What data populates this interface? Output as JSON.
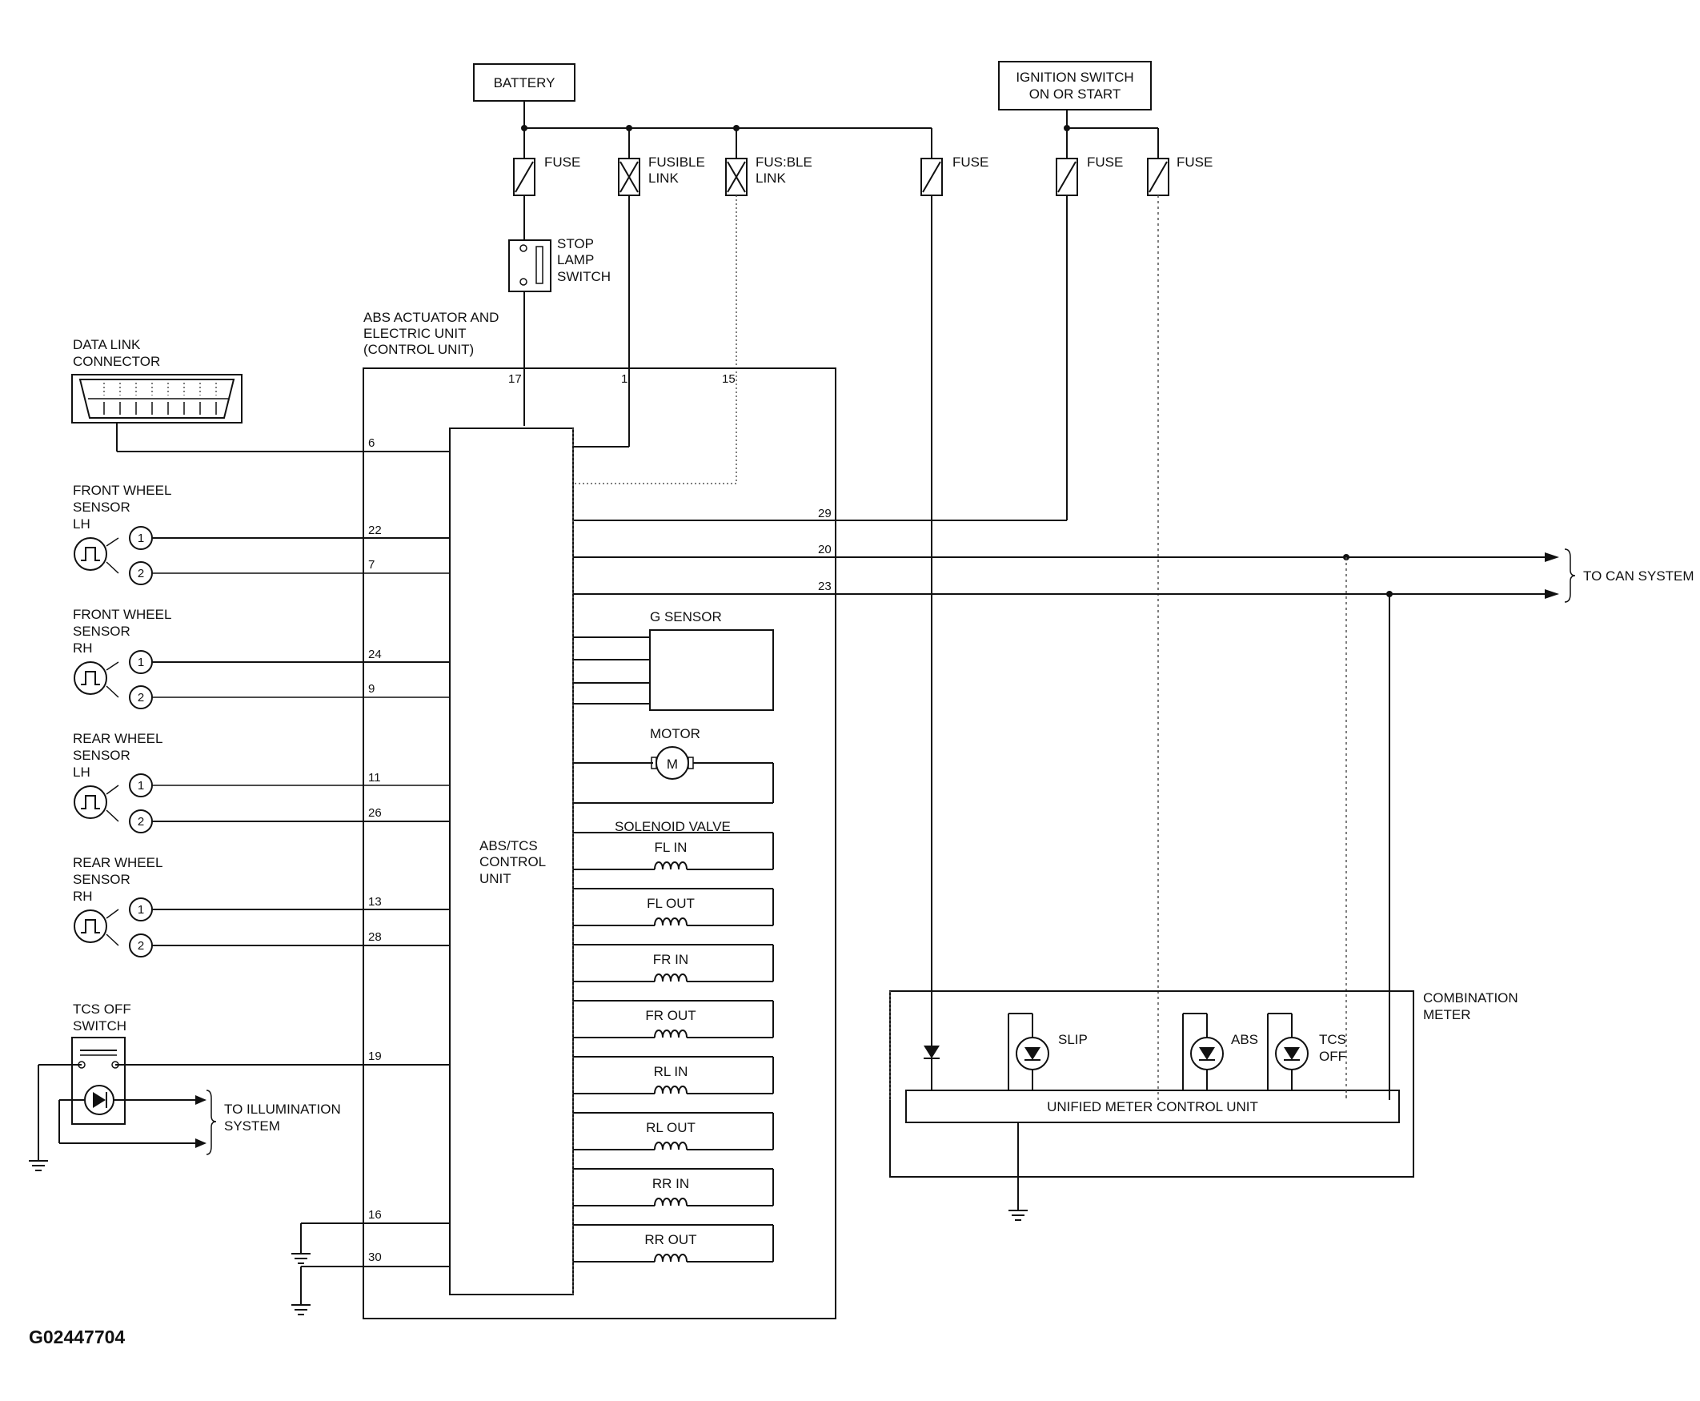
{
  "top": {
    "battery": "BATTERY",
    "ignition": [
      "IGNITION SWITCH",
      "ON OR START"
    ],
    "fuse": "FUSE",
    "fusible_link": [
      "FUSIBLE",
      "LINK"
    ],
    "fusible_link2": [
      "FUS:BLE",
      "LINK"
    ],
    "stop_lamp_switch": [
      "STOP",
      "LAMP",
      "SWITCH"
    ]
  },
  "abs_unit": {
    "title": [
      "ABS ACTUATOR AND",
      "ELECTRIC UNIT",
      "(CONTROL UNIT)"
    ],
    "control_unit": [
      "ABS/TCS",
      "CONTROL",
      "UNIT"
    ],
    "g_sensor": "G SENSOR",
    "motor": "MOTOR",
    "motor_symbol": "M",
    "solenoid_title": "SOLENOID VALVE",
    "solenoids": [
      "FL IN",
      "FL OUT",
      "FR IN",
      "FR OUT",
      "RL IN",
      "RL OUT",
      "RR IN",
      "RR OUT"
    ]
  },
  "pins": {
    "p17": "17",
    "p1": "1",
    "p15": "15",
    "p6": "6",
    "p29": "29",
    "p20": "20",
    "p23": "23",
    "p22": "22",
    "p7": "7",
    "p24": "24",
    "p9": "9",
    "p11": "11",
    "p26": "26",
    "p13": "13",
    "p28": "28",
    "p19": "19",
    "p16": "16",
    "p30": "30"
  },
  "left": {
    "dlc": [
      "DATA LINK",
      "CONNECTOR"
    ],
    "sensors": [
      {
        "label": [
          "FRONT WHEEL",
          "SENSOR",
          "LH"
        ]
      },
      {
        "label": [
          "FRONT WHEEL",
          "SENSOR",
          "RH"
        ]
      },
      {
        "label": [
          "REAR WHEEL",
          "SENSOR",
          "LH"
        ]
      },
      {
        "label": [
          "REAR WHEEL",
          "SENSOR",
          "RH"
        ]
      }
    ],
    "terminal1": "1",
    "terminal2": "2",
    "tcs_off_switch": [
      "TCS OFF",
      "SWITCH"
    ],
    "to_illumination": [
      "TO ILLUMINATION",
      "SYSTEM"
    ]
  },
  "right": {
    "to_can": "TO CAN SYSTEM",
    "combination_meter": [
      "COMBINATION",
      "METER"
    ],
    "unified": "UNIFIED METER CONTROL UNIT",
    "slip": "SLIP",
    "abs": "ABS",
    "tcs_off": [
      "TCS",
      "OFF"
    ]
  },
  "figure_id": "G02447704"
}
